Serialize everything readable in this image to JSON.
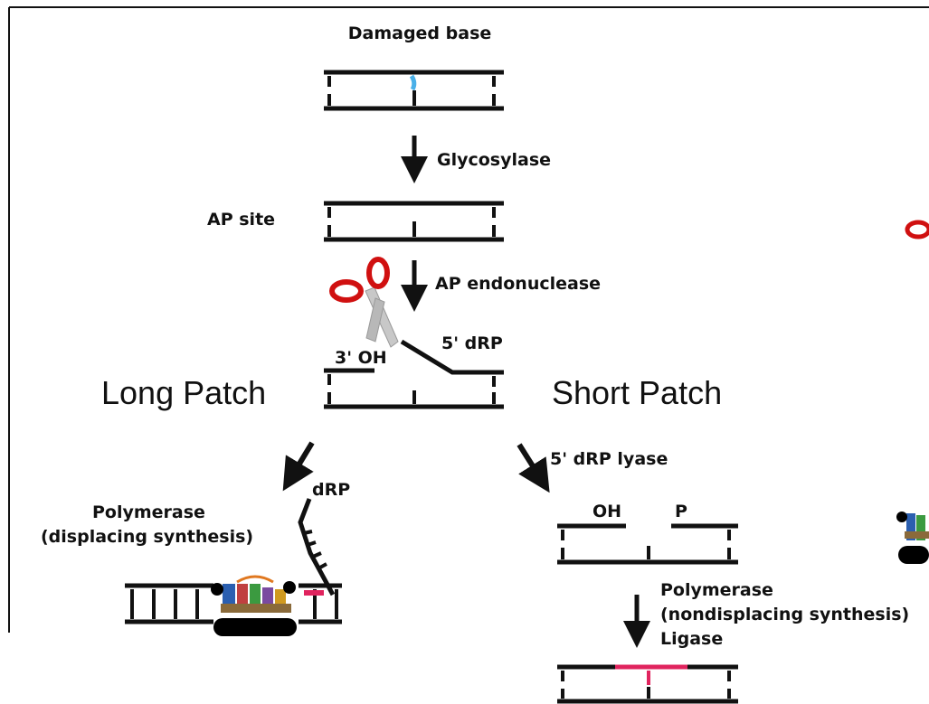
{
  "labels": {
    "damaged_base": "Damaged base",
    "glycosylase": "Glycosylase",
    "ap_site": "AP site",
    "ap_endonuclease": "AP endonuclease",
    "oh_3prime": "3' OH",
    "drp_5prime": "5' dRP",
    "long_patch": "Long Patch",
    "short_patch": "Short Patch",
    "drp_lyase": "5' dRP lyase",
    "drp": "dRP",
    "polymerase_left_1": "Polymerase",
    "polymerase_left_2": "(displacing synthesis)",
    "oh_short": "OH",
    "p_short": "P",
    "polymerase_right_1": "Polymerase",
    "polymerase_right_2": "(nondisplacing synthesis)",
    "ligase": "Ligase"
  },
  "colors": {
    "dna": "#111111",
    "damaged_base": "#4ab0e8",
    "repair_patch": "#e0245e",
    "scissors": "#d01010",
    "blade": "#c8c8c8"
  },
  "icons": [
    "scissors-icon",
    "polymerase-icon",
    "down-arrow-icon"
  ]
}
